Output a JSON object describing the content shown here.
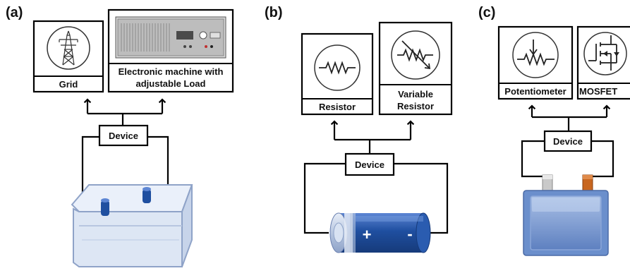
{
  "figure": {
    "panel_a": {
      "letter": "(a)",
      "grid_label": "Grid",
      "load_label_line1": "Electronic machine with",
      "load_label_line2": "adjustable Load",
      "device_label": "Device"
    },
    "panel_b": {
      "letter": "(b)",
      "resistor_label": "Resistor",
      "variable_label_line1": "Variable",
      "variable_label_line2": "Resistor",
      "device_label": "Device",
      "battery_plus": "+",
      "battery_minus": "-"
    },
    "panel_c": {
      "letter": "(c)",
      "potentiometer_label": "Potentiometer",
      "mosfet_label": "MOSFET",
      "device_label": "Device"
    },
    "icons": [
      "transmission-tower-icon",
      "rack-load-machine-icon",
      "resistor-symbol-icon",
      "variable-resistor-symbol-icon",
      "potentiometer-symbol-icon",
      "mosfet-symbol-icon",
      "lead-acid-battery-icon",
      "cylindrical-battery-icon",
      "pouch-battery-icon"
    ],
    "colors": {
      "line": "#000000",
      "battery_blue": "#1f4fa0",
      "pouch_blue": "#7c9bd0",
      "tab_copper": "#c8661f",
      "tab_silver": "#b9b9b9"
    }
  }
}
